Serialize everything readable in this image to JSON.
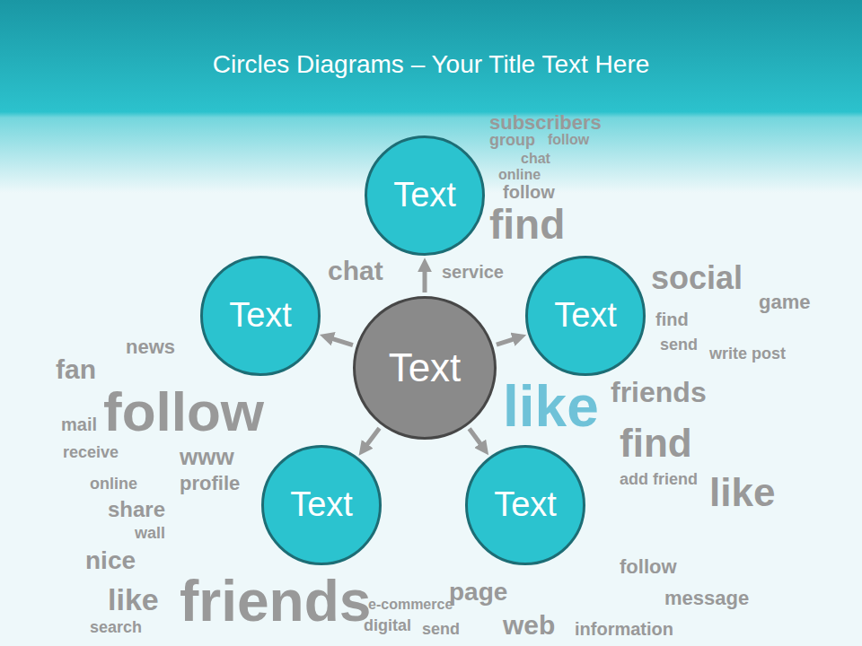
{
  "diagram": {
    "title": "Circles Diagrams – Your Title Text Here",
    "nodes": [
      {
        "text": [
          "Text"
        ]
      },
      {
        "text": [
          "Text"
        ]
      },
      {
        "text": [
          "Text"
        ]
      },
      {
        "text": [
          "Text"
        ]
      },
      {
        "text": [
          "Text"
        ]
      },
      {
        "text": [
          "Text"
        ]
      }
    ],
    "edges": [
      {
        "from": 2,
        "to": 0,
        "arrow": "to"
      },
      {
        "from": 2,
        "to": 1,
        "arrow": "to"
      },
      {
        "from": 2,
        "to": 3,
        "arrow": "to"
      },
      {
        "from": 2,
        "to": 4,
        "arrow": "to"
      },
      {
        "from": 2,
        "to": 5,
        "arrow": "to"
      }
    ],
    "labels": [
      "subscribers",
      "group",
      "follow",
      "chat",
      "online",
      "follow",
      "find",
      "social",
      "game",
      "find",
      "chat",
      "service",
      "news",
      "fan",
      "follow",
      "mail",
      "receive",
      "www",
      "online",
      "profile",
      "share",
      "wall",
      "nice",
      "like",
      "friends",
      "search",
      "e-commerce",
      "digital",
      "send",
      "page",
      "web",
      "information",
      "follow",
      "message",
      "friends",
      "send",
      "write post",
      "find",
      "add friend",
      "like",
      "like"
    ]
  }
}
